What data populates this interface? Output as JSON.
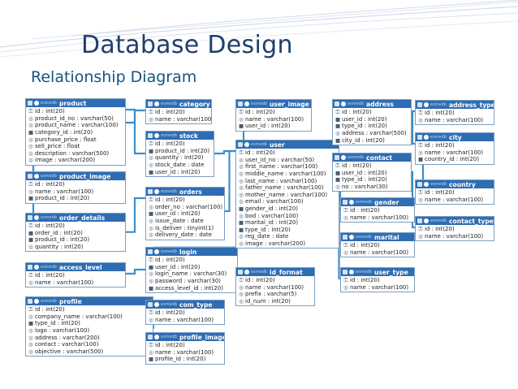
{
  "slide": {
    "title": "Database Design",
    "subtitle": "Relationship Diagram"
  },
  "colors": {
    "title": "#1f3f6e",
    "subtitle": "#16547e",
    "table_header": "#2f6db3",
    "relation_line": "#3c8fca"
  },
  "icons": {
    "primary_key": "key-icon",
    "index": "index-icon",
    "column": "column-icon"
  },
  "tables": [
    {
      "schema": "esmedb",
      "name": "product",
      "columns": [
        {
          "k": "pk",
          "text": "id : int(20)"
        },
        {
          "k": "col",
          "text": "product_id_no : varchar(50)"
        },
        {
          "k": "col",
          "text": "product_name : varchar(100)"
        },
        {
          "k": "idx",
          "text": "category_id : int(20)"
        },
        {
          "k": "col",
          "text": "purchase_price : float"
        },
        {
          "k": "col",
          "text": "sell_price : float"
        },
        {
          "k": "col",
          "text": "description : varchar(500)"
        },
        {
          "k": "col",
          "text": "image : varchar(200)"
        }
      ]
    },
    {
      "schema": "esmedb",
      "name": "category",
      "columns": [
        {
          "k": "pk",
          "text": "id : int(20)"
        },
        {
          "k": "col",
          "text": "name : varchar(100)"
        }
      ]
    },
    {
      "schema": "esmedb",
      "name": "stock",
      "columns": [
        {
          "k": "pk",
          "text": "id : int(20)"
        },
        {
          "k": "idx",
          "text": "product_id : int(20)"
        },
        {
          "k": "col",
          "text": "quantity : int(20)"
        },
        {
          "k": "col",
          "text": "stock_date : date"
        },
        {
          "k": "idx",
          "text": "user_id : int(20)"
        }
      ]
    },
    {
      "schema": "esmedb",
      "name": "product_image",
      "columns": [
        {
          "k": "pk",
          "text": "id : int(20)"
        },
        {
          "k": "col",
          "text": "name : varchar(100)"
        },
        {
          "k": "idx",
          "text": "product_id : int(20)"
        }
      ]
    },
    {
      "schema": "esmedb",
      "name": "orders",
      "columns": [
        {
          "k": "pk",
          "text": "id : int(20)"
        },
        {
          "k": "col",
          "text": "order_no : varchar(100)"
        },
        {
          "k": "idx",
          "text": "user_id : int(20)"
        },
        {
          "k": "col",
          "text": "issue_date : date"
        },
        {
          "k": "col",
          "text": "is_deliver : tinyint(1)"
        },
        {
          "k": "col",
          "text": "delivery_date : date"
        }
      ]
    },
    {
      "schema": "esmedb",
      "name": "order_details",
      "columns": [
        {
          "k": "pk",
          "text": "id : int(20)"
        },
        {
          "k": "idx",
          "text": "order_id : int(20)"
        },
        {
          "k": "idx",
          "text": "product_id : int(20)"
        },
        {
          "k": "col",
          "text": "quantity : int(20)"
        }
      ]
    },
    {
      "schema": "esmedb",
      "name": "login",
      "columns": [
        {
          "k": "pk",
          "text": "id : int(20)"
        },
        {
          "k": "idx",
          "text": "user_id : int(20)"
        },
        {
          "k": "col",
          "text": "login_name : varchar(30)"
        },
        {
          "k": "col",
          "text": "password : varchar(30)"
        },
        {
          "k": "idx",
          "text": "access_level_id : int(20)"
        }
      ]
    },
    {
      "schema": "esmedb",
      "name": "access_level",
      "columns": [
        {
          "k": "pk",
          "text": "id : int(20)"
        },
        {
          "k": "col",
          "text": "name : varchar(100)"
        }
      ]
    },
    {
      "schema": "esmedb",
      "name": "profile",
      "columns": [
        {
          "k": "pk",
          "text": "id : int(20)"
        },
        {
          "k": "col",
          "text": "company_name : varchar(100)"
        },
        {
          "k": "idx",
          "text": "type_id : int(20)"
        },
        {
          "k": "col",
          "text": "logo : varchar(100)"
        },
        {
          "k": "col",
          "text": "address : varchar(200)"
        },
        {
          "k": "col",
          "text": "contact : varchar(100)"
        },
        {
          "k": "col",
          "text": "objective : varchar(500)"
        }
      ]
    },
    {
      "schema": "esmedb",
      "name": "com_type",
      "columns": [
        {
          "k": "pk",
          "text": "id : int(20)"
        },
        {
          "k": "col",
          "text": "name : varchar(100)"
        }
      ]
    },
    {
      "schema": "esmedb",
      "name": "profile_image",
      "columns": [
        {
          "k": "pk",
          "text": "id : int(20)"
        },
        {
          "k": "col",
          "text": "name : varchar(100)"
        },
        {
          "k": "idx",
          "text": "profile_id : int(20)"
        }
      ]
    },
    {
      "schema": "esmedb",
      "name": "user_image",
      "columns": [
        {
          "k": "pk",
          "text": "id : int(20)"
        },
        {
          "k": "col",
          "text": "name : varchar(100)"
        },
        {
          "k": "idx",
          "text": "user_id : int(20)"
        }
      ]
    },
    {
      "schema": "esmedb",
      "name": "user",
      "columns": [
        {
          "k": "pk",
          "text": "id : int(20)"
        },
        {
          "k": "col",
          "text": "user_id_no : varchar(50)"
        },
        {
          "k": "col",
          "text": "first_name : varchar(100)"
        },
        {
          "k": "col",
          "text": "middle_name : varchar(100)"
        },
        {
          "k": "col",
          "text": "last_name : varchar(100)"
        },
        {
          "k": "col",
          "text": "father_name : varchar(100)"
        },
        {
          "k": "col",
          "text": "mother_name : varchar(100)"
        },
        {
          "k": "col",
          "text": "email : varchar(100)"
        },
        {
          "k": "idx",
          "text": "gender_id : int(20)"
        },
        {
          "k": "col",
          "text": "bod : varchar(100)"
        },
        {
          "k": "idx",
          "text": "marital_id : int(20)"
        },
        {
          "k": "idx",
          "text": "type_id : int(20)"
        },
        {
          "k": "col",
          "text": "reg_date : date"
        },
        {
          "k": "col",
          "text": "image : varchar(200)"
        }
      ]
    },
    {
      "schema": "esmedb",
      "name": "id_format",
      "columns": [
        {
          "k": "pk",
          "text": "id : int(20)"
        },
        {
          "k": "col",
          "text": "name : varchar(100)"
        },
        {
          "k": "col",
          "text": "prefix : varchar(5)"
        },
        {
          "k": "col",
          "text": "id_num : int(20)"
        }
      ]
    },
    {
      "schema": "esmedb",
      "name": "address",
      "columns": [
        {
          "k": "pk",
          "text": "id : int(20)"
        },
        {
          "k": "idx",
          "text": "user_id : int(20)"
        },
        {
          "k": "idx",
          "text": "type_id : int(20)"
        },
        {
          "k": "col",
          "text": "address : varchar(500)"
        },
        {
          "k": "idx",
          "text": "city_id : int(20)"
        }
      ]
    },
    {
      "schema": "esmedb",
      "name": "contact",
      "columns": [
        {
          "k": "pk",
          "text": "id : int(20)"
        },
        {
          "k": "idx",
          "text": "user_id : int(20)"
        },
        {
          "k": "idx",
          "text": "type_id : int(20)"
        },
        {
          "k": "col",
          "text": "no : varchar(30)"
        }
      ]
    },
    {
      "schema": "esmedb",
      "name": "gender",
      "columns": [
        {
          "k": "pk",
          "text": "id : int(20)"
        },
        {
          "k": "col",
          "text": "name : varchar(100)"
        }
      ]
    },
    {
      "schema": "esmedb",
      "name": "marital",
      "columns": [
        {
          "k": "pk",
          "text": "id : int(20)"
        },
        {
          "k": "col",
          "text": "name : varchar(100)"
        }
      ]
    },
    {
      "schema": "esmedb",
      "name": "user_type",
      "columns": [
        {
          "k": "pk",
          "text": "id : int(20)"
        },
        {
          "k": "col",
          "text": "name : varchar(100)"
        }
      ]
    },
    {
      "schema": "esmedb",
      "name": "address_type",
      "columns": [
        {
          "k": "pk",
          "text": "id : int(20)"
        },
        {
          "k": "col",
          "text": "name : varchar(100)"
        }
      ]
    },
    {
      "schema": "esmedb",
      "name": "city",
      "columns": [
        {
          "k": "pk",
          "text": "id : int(20)"
        },
        {
          "k": "col",
          "text": "name : varchar(100)"
        },
        {
          "k": "idx",
          "text": "country_id : int(20)"
        }
      ]
    },
    {
      "schema": "esmedb",
      "name": "country",
      "columns": [
        {
          "k": "pk",
          "text": "id : int(20)"
        },
        {
          "k": "col",
          "text": "name : varchar(100)"
        }
      ]
    },
    {
      "schema": "esmedb",
      "name": "contact_type",
      "columns": [
        {
          "k": "pk",
          "text": "id : int(20)"
        },
        {
          "k": "col",
          "text": "name : varchar(100)"
        }
      ]
    }
  ],
  "relations": [
    [
      "product",
      "category"
    ],
    [
      "stock",
      "product"
    ],
    [
      "product_image",
      "product"
    ],
    [
      "order_details",
      "product"
    ],
    [
      "order_details",
      "orders"
    ],
    [
      "orders",
      "user"
    ],
    [
      "stock",
      "user"
    ],
    [
      "login",
      "user"
    ],
    [
      "login",
      "access_level"
    ],
    [
      "profile",
      "com_type"
    ],
    [
      "profile_image",
      "profile"
    ],
    [
      "user_image",
      "user"
    ],
    [
      "address",
      "user"
    ],
    [
      "contact",
      "user"
    ],
    [
      "user",
      "gender"
    ],
    [
      "user",
      "marital"
    ],
    [
      "user",
      "user_type"
    ],
    [
      "address",
      "address_type"
    ],
    [
      "address",
      "city"
    ],
    [
      "city",
      "country"
    ],
    [
      "contact",
      "contact_type"
    ]
  ]
}
